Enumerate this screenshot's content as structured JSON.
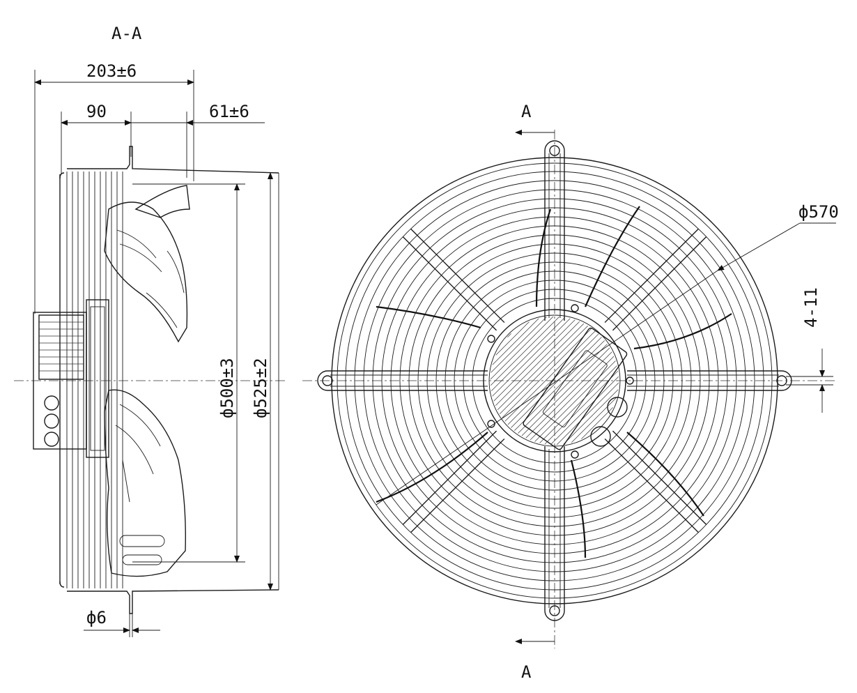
{
  "section_title": "A-A",
  "side_view": {
    "dim_total_depth": "203±6",
    "dim_motor_depth": "90",
    "dim_blade_offset": "61±6",
    "dim_blade_dia": "ф500±3",
    "dim_housing_dia": "ф525±2",
    "dim_hole": "ф6"
  },
  "front_view": {
    "dim_guard_dia": "ф570",
    "dim_holes": "4-11",
    "section_mark_top": "A",
    "section_mark_bottom": "A"
  }
}
